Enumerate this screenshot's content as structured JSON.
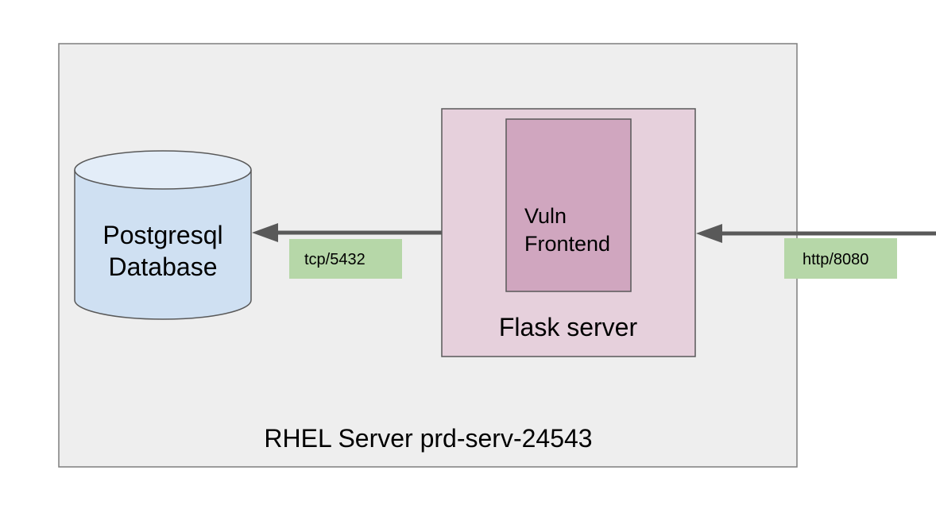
{
  "server": {
    "label": "RHEL Server prd-serv-24543"
  },
  "database": {
    "line1": "Postgresql",
    "line2": "Database"
  },
  "flask": {
    "label": "Flask server",
    "app_line1": "Vuln",
    "app_line2": "Frontend"
  },
  "connections": {
    "db_port": "tcp/5432",
    "http_port": "http/8080"
  },
  "colors": {
    "server_fill": "#eeeeee",
    "flask_fill": "#e6d0dc",
    "app_fill": "#d0a6bf",
    "db_fill": "#cfe0f2",
    "db_top": "#e3edf8",
    "port_label_fill": "#b6d7a8",
    "arrow": "#595959"
  }
}
